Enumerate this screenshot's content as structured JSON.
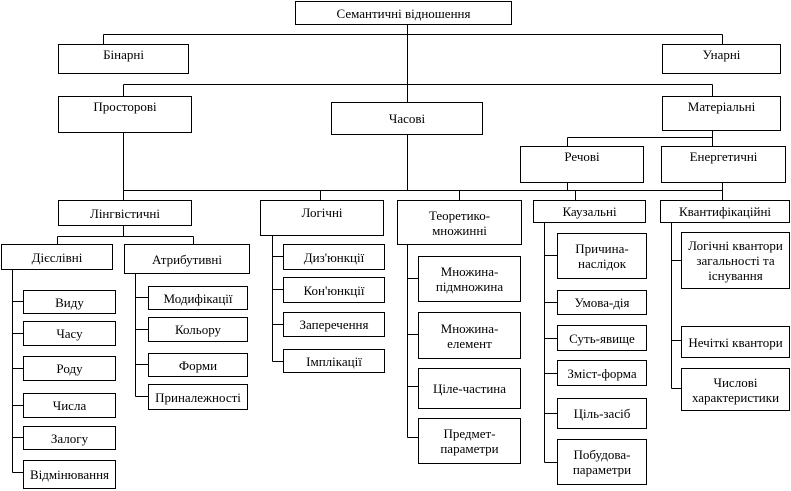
{
  "nodes": {
    "root": "Семантичні відношення",
    "binary": "Бінарні",
    "unary": "Унарні",
    "spatial": "Просторові",
    "temporal": "Часові",
    "material": "Матеріальні",
    "substance": "Речові",
    "energy": "Енергетичні",
    "linguistic": "Лінгвістичні",
    "logical": "Логічні",
    "set_theory": "Теоретико-\nмножинні",
    "causal": "Каузальні",
    "quantification": "Квантифікаційні",
    "verbal": "Дієслівні",
    "attributive": "Атрибутивні",
    "aspect": "Виду",
    "tense": "Часу",
    "gender": "Роду",
    "number": "Числа",
    "voice": "Залогу",
    "declension": "Відмінювання",
    "modification": "Модифікації",
    "color": "Кольору",
    "form": "Форми",
    "belonging": "Приналежності",
    "disjunction": "Диз'юнкції",
    "conjunction": "Кон'юнкції",
    "negation": "Заперечення",
    "implication": "Імплікації",
    "set_subset": "Множина-\nпідмножина",
    "set_element": "Множина-\nелемент",
    "whole_part": "Ціле-частина",
    "object_params": "Предмет-\nпараметри",
    "cause_effect": "Причина-\nнаслідок",
    "condition_action": "Умова-дія",
    "essence_phenomenon": "Суть-явище",
    "content_form": "Зміст-форма",
    "goal_means": "Ціль-засіб",
    "construction_params": "Побудова-\nпараметри",
    "logical_quantifiers": "Логічні квантори\nзагальності та\nіснування",
    "fuzzy_quantifiers": "Нечіткі квантори",
    "numeric_characteristics": "Числові\nхарактеристики"
  }
}
